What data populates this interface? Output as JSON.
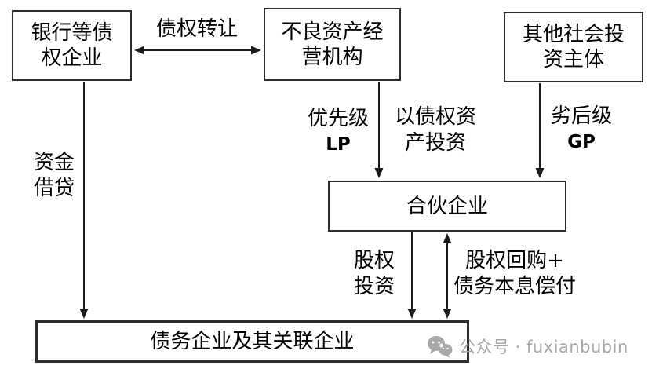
{
  "diagram": {
    "nodes": {
      "bank": {
        "lines": [
          "银行等债",
          "权企业"
        ]
      },
      "amc": {
        "lines": [
          "不良资产经",
          "营机构"
        ]
      },
      "investor": {
        "lines": [
          "其他社会投",
          "资主体"
        ]
      },
      "partnership": {
        "lines": [
          "合伙企业"
        ]
      },
      "debtor": {
        "lines": [
          "债务企业及其关联企业"
        ]
      }
    },
    "edges": [
      {
        "id": "claim-transfer",
        "from": "bank",
        "to": "amc",
        "arrows": "double",
        "labels": [
          {
            "lines": [
              "债权转让"
            ]
          }
        ]
      },
      {
        "id": "fund-lending",
        "from": "bank",
        "to": "debtor",
        "arrows": "single",
        "labels": [
          {
            "lines": [
              "资金",
              "借贷"
            ]
          }
        ]
      },
      {
        "id": "amc-to-partnership",
        "from": "amc",
        "to": "partnership",
        "arrows": "single",
        "labels": [
          {
            "lines": [
              "优先级",
              "LP"
            ]
          },
          {
            "lines": [
              "以债权资",
              "产投资"
            ]
          }
        ]
      },
      {
        "id": "investor-to-partnership",
        "from": "investor",
        "to": "partnership",
        "arrows": "single",
        "labels": [
          {
            "lines": [
              "劣后级",
              "GP"
            ]
          }
        ]
      },
      {
        "id": "equity-investment",
        "from": "partnership",
        "to": "debtor",
        "arrows": "single",
        "labels": [
          {
            "lines": [
              "股权",
              "投资"
            ]
          }
        ]
      },
      {
        "id": "repurchase-repayment",
        "from": "partnership",
        "to": "debtor",
        "arrows": "double",
        "labels": [
          {
            "lines": [
              "股权回购+",
              "债务本息偿付"
            ]
          }
        ]
      }
    ]
  },
  "watermark": {
    "icon": "wechat-chat-bubbles-icon",
    "text": "公众号 · fuxianbubin",
    "color": "#a6a6a6"
  },
  "colors": {
    "background": "#ffffff",
    "box_border": "#2e2e2e",
    "line": "#1a1a1a",
    "text": "#000000"
  }
}
